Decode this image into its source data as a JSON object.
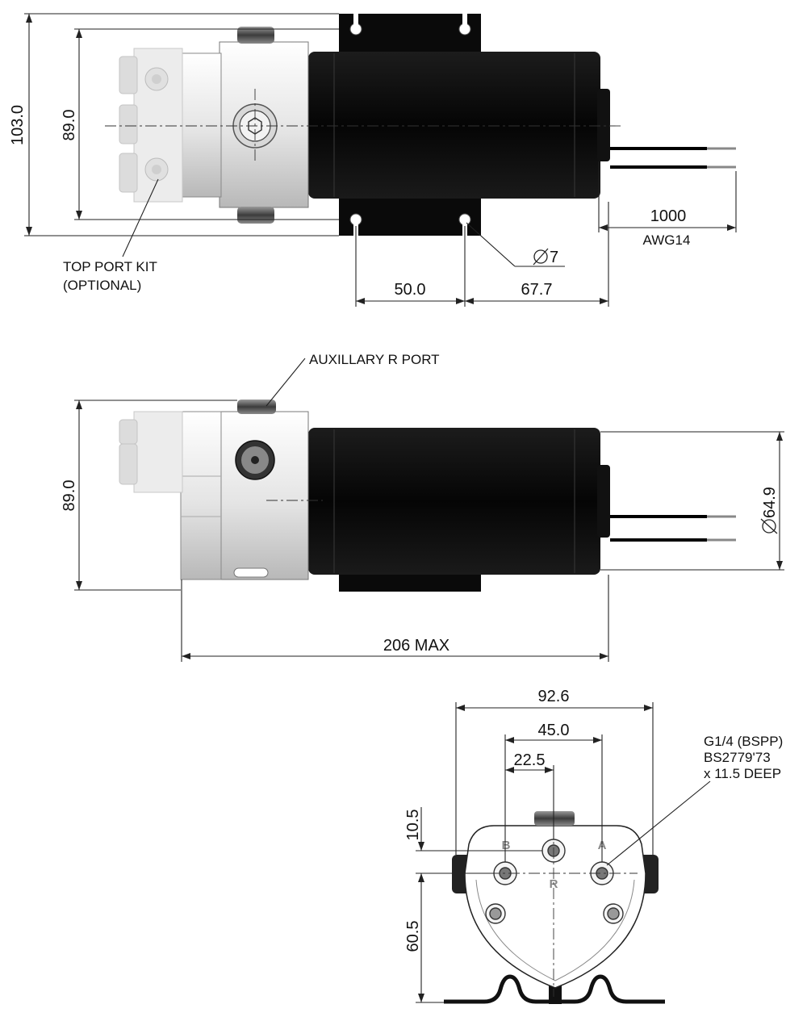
{
  "colors": {
    "motor": "#0b0b0b",
    "body": "#e9e9e9",
    "body_shadow": "#bdbdbd",
    "kit": "#e6e6e6",
    "line": "#222222",
    "port_letter": "#888888"
  },
  "top_view": {
    "height_outer": "103.0",
    "height_body": "89.0",
    "wire_length": "1000",
    "wire_gauge": "AWG14",
    "hole_dia": "7",
    "dim_mount_spacing": "50.0",
    "dim_mount_to_end": "67.7",
    "kit_label_line1": "TOP PORT KIT",
    "kit_label_line2": "(OPTIONAL)"
  },
  "side_view": {
    "height": "89.0",
    "motor_dia": "64.9",
    "overall_length": "206 MAX",
    "aux_label": "AUXILLARY R PORT"
  },
  "end_view": {
    "width_outer": "92.6",
    "port_spacing": "45.0",
    "half_spacing": "22.5",
    "offset_top": "10.5",
    "height_to_base": "60.5",
    "thread_line1": "G1/4 (BSPP)",
    "thread_line2": "BS2779'73",
    "thread_line3": "x 11.5 DEEP",
    "port_b": "B",
    "port_a": "A",
    "port_r": "R"
  }
}
